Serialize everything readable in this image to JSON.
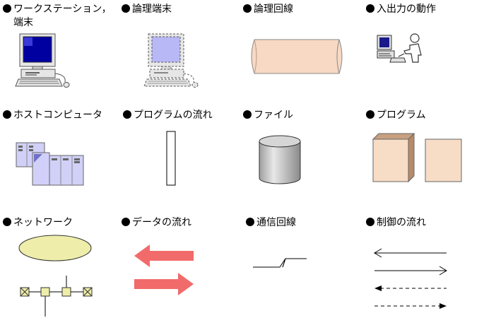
{
  "legend": [
    {
      "id": "workstation",
      "label": "ワークステーション，",
      "label_line2": "端末"
    },
    {
      "id": "logical-terminal",
      "label": "論理端末"
    },
    {
      "id": "logical-line",
      "label": "論理回線"
    },
    {
      "id": "io-operation",
      "label": "入出力の動作"
    },
    {
      "id": "host-computer",
      "label": "ホストコンピュータ"
    },
    {
      "id": "program-flow",
      "label": "プログラムの流れ"
    },
    {
      "id": "file",
      "label": "ファイル"
    },
    {
      "id": "program",
      "label": "プログラム"
    },
    {
      "id": "network",
      "label": "ネットワーク"
    },
    {
      "id": "data-flow",
      "label": "データの流れ"
    },
    {
      "id": "comm-line",
      "label": "通信回線"
    },
    {
      "id": "control-flow",
      "label": "制御の流れ"
    }
  ],
  "colors": {
    "pipe": "#f7d9c4",
    "file": "#c8c8c8",
    "program_box": "#f7dcc6",
    "host": "#d0d0f8",
    "arrow": "#f26b6b",
    "network_ellipse": "#eeeeaa",
    "node": "#eeeeaa",
    "screen": "#0000a0"
  }
}
